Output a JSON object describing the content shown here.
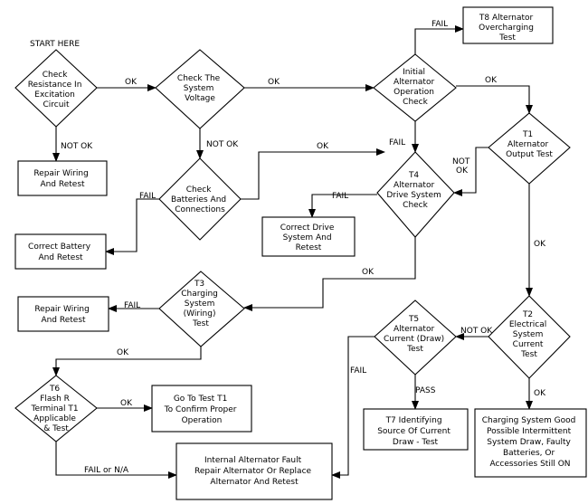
{
  "start_label": "START HERE",
  "nodes": {
    "check_resistance": [
      "Check",
      "Resistance In",
      "Excitation",
      "Circuit"
    ],
    "check_voltage": [
      "Check The",
      "System",
      "Voltage"
    ],
    "initial_alternator": [
      "Initial",
      "Alternator",
      "Operation",
      "Check"
    ],
    "t8_box": [
      "T8 Alternator",
      "Overcharging",
      "Test"
    ],
    "t1": [
      "T1",
      "Alternator",
      "Output Test"
    ],
    "repair_wiring_1": [
      "Repair Wiring",
      "And Retest"
    ],
    "check_batteries": [
      "Check",
      "Batteries And",
      "Connections"
    ],
    "t4": [
      "T4",
      "Alternator",
      "Drive System",
      "Check"
    ],
    "correct_battery": [
      "Correct Battery",
      "And Retest"
    ],
    "correct_drive": [
      "Correct Drive",
      "System And",
      "Retest"
    ],
    "t3": [
      "T3",
      "Charging",
      "System",
      "(Wiring)",
      "Test"
    ],
    "repair_wiring_2": [
      "Repair Wiring",
      "And Retest"
    ],
    "t2": [
      "T2",
      "Electrical",
      "System",
      "Current",
      "Test"
    ],
    "t5": [
      "T5",
      "Alternator",
      "Current (Draw)",
      "Test"
    ],
    "t6": [
      "T6",
      "Flash R",
      "Terminal T1",
      "Applicable",
      "& Test"
    ],
    "go_to_t1": [
      "Go To Test T1",
      "To Confirm Proper",
      "Operation"
    ],
    "t7_box": [
      "T7 Identifying",
      "Source Of Current",
      "Draw - Test"
    ],
    "charging_good": [
      "Charging System Good",
      "Possible Intermittent",
      "System Draw, Faulty",
      "Batteries, Or",
      "Accessories Still ON"
    ],
    "internal_fault": [
      "Internal Alternator Fault",
      "Repair Alternator Or Replace",
      "Alternator And Retest"
    ]
  },
  "edge_labels": {
    "ok_resistance_voltage": "OK",
    "ok_voltage_initial": "OK",
    "ok_initial_t1": "OK",
    "fail_initial_t8": "FAIL",
    "not_ok_resistance": "NOT OK",
    "not_ok_voltage": "NOT OK",
    "ok_batteries_t4": "OK",
    "fail_initial_t4": "FAIL",
    "fail_t4": "FAIL",
    "fail_batteries": "FAIL",
    "not_ok_t1_line1": "NOT",
    "not_ok_t1_line2": "OK",
    "ok_t1_t2": "OK",
    "ok_t4_t3": "OK",
    "fail_t3": "FAIL",
    "not_ok_t2": "NOT OK",
    "ok_t3_t6": "OK",
    "fail_t5": "FAIL",
    "pass_t5": "PASS",
    "ok_t2": "OK",
    "ok_t6": "OK",
    "fail_or_na": "FAIL or N/A"
  }
}
